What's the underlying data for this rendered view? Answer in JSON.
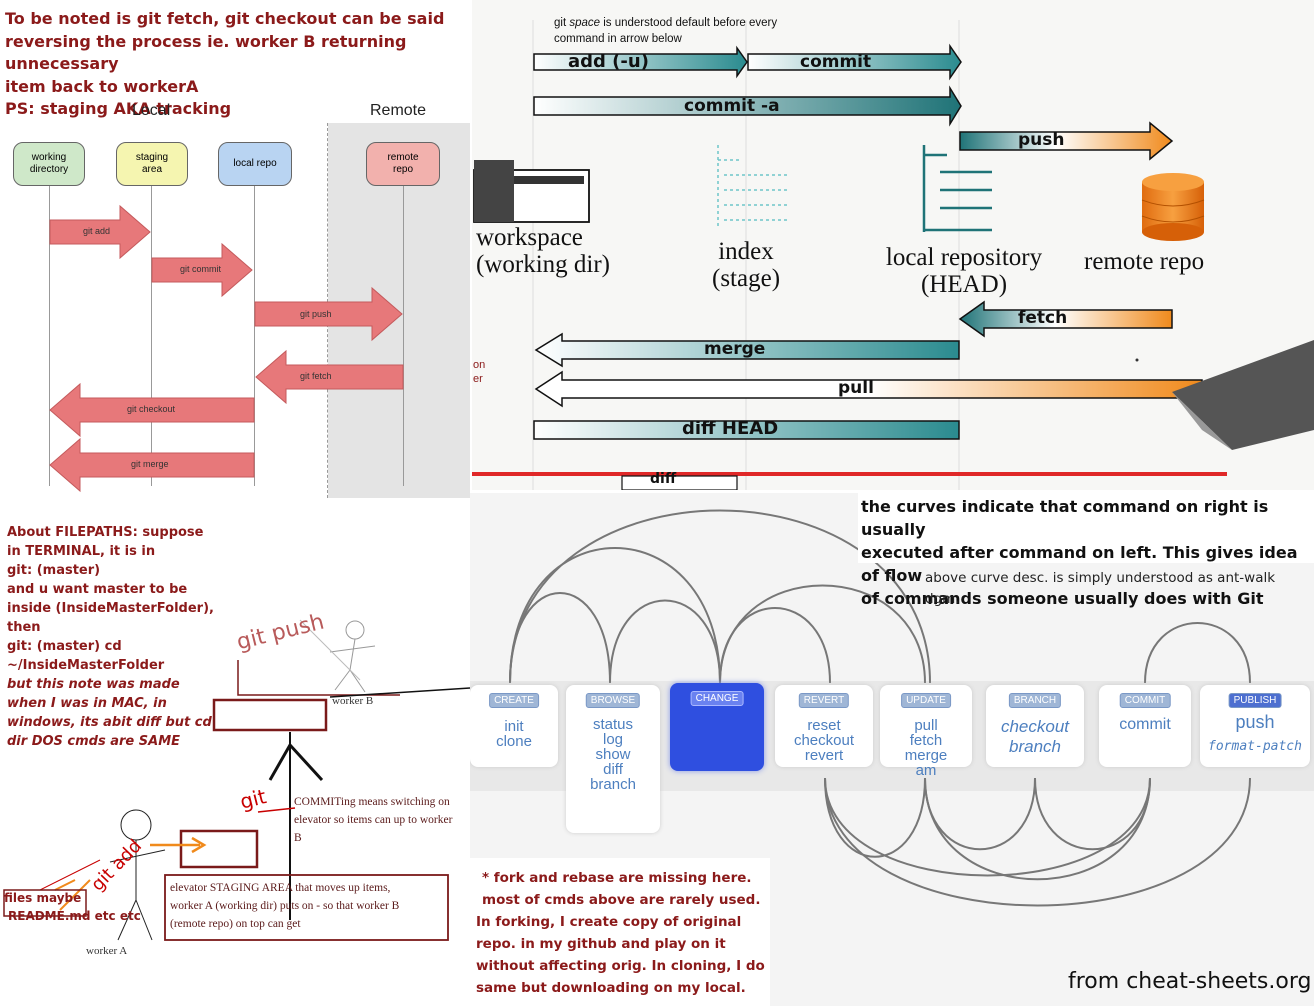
{
  "top_note": {
    "line1": "To be noted is git fetch, git checkout can be said",
    "line2": "reversing the process ie. worker B returning unnecessary",
    "line3": "item back to workerA",
    "line4": "PS: staging AKA tracking"
  },
  "flow_diagram": {
    "local_label": "Local",
    "remote_label": "Remote",
    "boxes": {
      "working": [
        "working",
        "directory"
      ],
      "staging": [
        "staging",
        "area"
      ],
      "local_repo": "local repo",
      "remote_repo": [
        "remote",
        "repo"
      ]
    },
    "arrows": {
      "add": "git add",
      "commit": "git commit",
      "push": "git push",
      "fetch": "git fetch",
      "checkout": "git checkout",
      "merge": "git merge"
    },
    "colors": {
      "working": "#cfe8c9",
      "staging": "#f5f5b0",
      "local": "#b9d4f2",
      "remote": "#f2b1ad",
      "arrow": "#e7787a"
    }
  },
  "whiteboard": {
    "note1": "git ",
    "note1_em": "space",
    "note2": " is understood default before every",
    "note3": "command in arrow below",
    "arrows": {
      "add": "add (-u)",
      "commit": "commit",
      "commit_a": "commit -a",
      "push": "push",
      "fetch": "fetch",
      "merge": "merge",
      "pull": "pull",
      "diff_head": "diff HEAD",
      "diff": "diff"
    },
    "labels": {
      "workspace1": "workspace",
      "workspace2": "(working dir)",
      "index1": "index",
      "index2": "(stage)",
      "local1": "local repository",
      "local2": "(HEAD)",
      "remote": "remote repo"
    },
    "edge_text": {
      "a": "on",
      "b": "er"
    },
    "colors": {
      "teal": "#2a8b8f",
      "orange": "#f08a1c"
    }
  },
  "filepaths_note": {
    "lines": [
      "About FILEPATHS: suppose",
      "in TERMINAL, it is in",
      "git: (master)",
      "and u want master to be",
      "inside (InsideMasterFolder),",
      "then",
      "git: (master) cd",
      "~/InsideMasterFolder"
    ],
    "italic_lines": [
      "but this note was made",
      "when I was in MAC, in",
      "windows, its abit diff but cd",
      "dir DOS cmds are SAME"
    ]
  },
  "sketch": {
    "git_push": "git push",
    "worker_b": "worker B",
    "git": "git",
    "commit_note1": "COMMITing means switching on",
    "commit_note2": "elevator so items can up to worker",
    "commit_note3": "B",
    "git_add": "git add",
    "elevator1": "elevator STAGING AREA that moves up items,",
    "elevator2": "worker A (working dir) puts on - so that worker B",
    "elevator3": "(remote repo) on top can get",
    "files1": "files maybe",
    "files2": "README.md etc etc",
    "worker_a": "worker A"
  },
  "curves_note": {
    "line1": "the curves indicate that command on right is usually",
    "line2": "executed after command on left. This gives idea of flow",
    "line3": "of commands someone usually does with Git",
    "sub1": "above curve desc. is simply understood as ant-walk",
    "sub2": "dgm."
  },
  "cheatsheet": {
    "tabs": [
      {
        "tag": "CREATE",
        "cmds": [
          "init",
          "clone"
        ]
      },
      {
        "tag": "BROWSE",
        "cmds": [
          "status",
          "log",
          "show",
          "diff",
          "branch"
        ]
      },
      {
        "tag": "CHANGE",
        "cmds": []
      },
      {
        "tag": "REVERT",
        "cmds": [
          "reset",
          "checkout",
          "revert"
        ]
      },
      {
        "tag": "UPDATE",
        "cmds": [
          "pull",
          "fetch",
          "merge",
          "am"
        ]
      },
      {
        "tag": "BRANCH",
        "cmds": [
          "checkout",
          "branch"
        ]
      },
      {
        "tag": "COMMIT",
        "cmds": [
          "commit"
        ]
      },
      {
        "tag": "PUBLISH",
        "cmds": [
          "push",
          "format-patch"
        ]
      }
    ],
    "colors": {
      "active": "#2f4fe0",
      "cmd": "#4d7fbf",
      "curve": "#777777"
    }
  },
  "fork_note": {
    "line1": "* fork and rebase are missing here.",
    "line2": "most of cmds above are rarely used.",
    "line3": "In forking, I create copy of original",
    "line4": "repo. in my github and play on it",
    "line5": "without affecting orig. In cloning, I do",
    "line6": "same but downloading on my local."
  },
  "source": "from cheat-sheets.org"
}
